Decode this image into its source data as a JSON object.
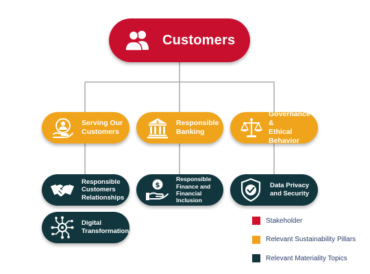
{
  "diagram": {
    "root": {
      "label": "Customers",
      "icon": "users-icon"
    },
    "pillars": [
      {
        "id": "serving",
        "label_line1": "Serving Our",
        "label_line2": "Customers",
        "icon": "customer-care-icon"
      },
      {
        "id": "banking",
        "label_line1": "Responsible",
        "label_line2": "Banking",
        "icon": "bank-icon"
      },
      {
        "id": "governance",
        "label_line1": "Governance &",
        "label_line2": "Ethical Behavior",
        "icon": "scales-icon"
      }
    ],
    "topics": [
      {
        "id": "relationships",
        "label_line1": "Responsible",
        "label_line2": "Customers",
        "label_line3": "Relationships",
        "icon": "handshake-icon"
      },
      {
        "id": "finance",
        "label_line1": "Responsible",
        "label_line2": "Finance and",
        "label_line3": "Financial Inclusion",
        "icon": "hand-coin-icon"
      },
      {
        "id": "privacy",
        "label_line1": "Data Privacy",
        "label_line2": "and Security",
        "icon": "shield-check-icon"
      },
      {
        "id": "digital",
        "label_line1": "Digital",
        "label_line2": "Transformation",
        "icon": "circuit-icon"
      }
    ]
  },
  "legend": [
    {
      "label": "Stakeholder",
      "color": "#d0102e"
    },
    {
      "label": "Relevant Sustainability Pillars",
      "color": "#f0a41b"
    },
    {
      "label": "Relevant Materiality Topics",
      "color": "#11363e"
    }
  ],
  "colors": {
    "stakeholder": "#c8102e",
    "pillar": "#f0a41b",
    "topic": "#11363e",
    "connector": "#a8a8a8"
  }
}
